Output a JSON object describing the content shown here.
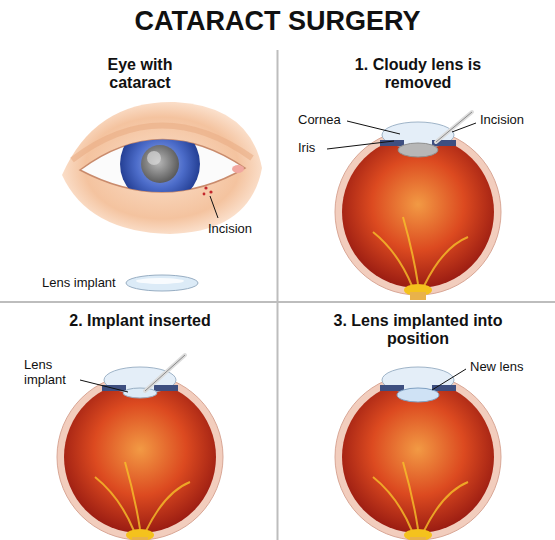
{
  "diagram": {
    "title": "CATARACT SURGERY",
    "labels": [
      "Eye with cataract",
      "Incision",
      "Lens implant",
      "1. Cloudy lens is removed",
      "Cornea",
      "Iris",
      "Incision",
      "2. Implant inserted",
      "Lens implant",
      "3. Lens implanted into position",
      "New lens"
    ]
  }
}
